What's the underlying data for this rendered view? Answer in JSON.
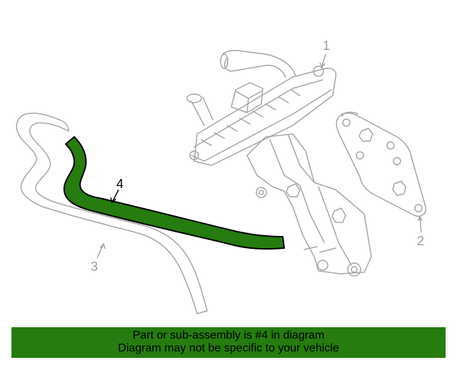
{
  "diagram": {
    "callouts": [
      {
        "id": "1",
        "label": "1"
      },
      {
        "id": "2",
        "label": "2"
      },
      {
        "id": "3",
        "label": "3"
      },
      {
        "id": "4",
        "label": "4"
      }
    ],
    "highlight_part": "4",
    "colors": {
      "highlight_fill": "#267c0f",
      "line_gray": "#a6a6a6",
      "banner_bg": "#267c0f"
    }
  },
  "banner": {
    "line1": "Part or sub-assembly is #4 in diagram",
    "line2": "Diagram may not be specific to your vehicle"
  }
}
